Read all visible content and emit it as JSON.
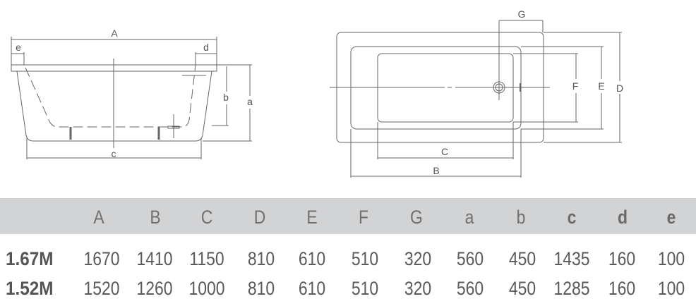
{
  "side_view": {
    "labels": {
      "A": "A",
      "a": "a",
      "b": "b",
      "c": "c",
      "d": "d",
      "e": "e"
    }
  },
  "top_view": {
    "labels": {
      "B": "B",
      "C": "C",
      "D": "D",
      "E": "E",
      "F": "F",
      "G": "G"
    }
  },
  "table": {
    "headers": [
      "A",
      "B",
      "C",
      "D",
      "E",
      "F",
      "G",
      "a",
      "b",
      "c",
      "d",
      "e"
    ],
    "rows": [
      {
        "model": "1.67M",
        "values": [
          "1670",
          "1410",
          "1150",
          "810",
          "610",
          "510",
          "320",
          "560",
          "450",
          "1435",
          "160",
          "100"
        ]
      },
      {
        "model": "1.52M",
        "values": [
          "1520",
          "1260",
          "1000",
          "810",
          "610",
          "510",
          "320",
          "560",
          "450",
          "1285",
          "160",
          "100"
        ]
      }
    ]
  },
  "colors": {
    "line": "#555555",
    "header_bg": "#d2d3d5"
  }
}
